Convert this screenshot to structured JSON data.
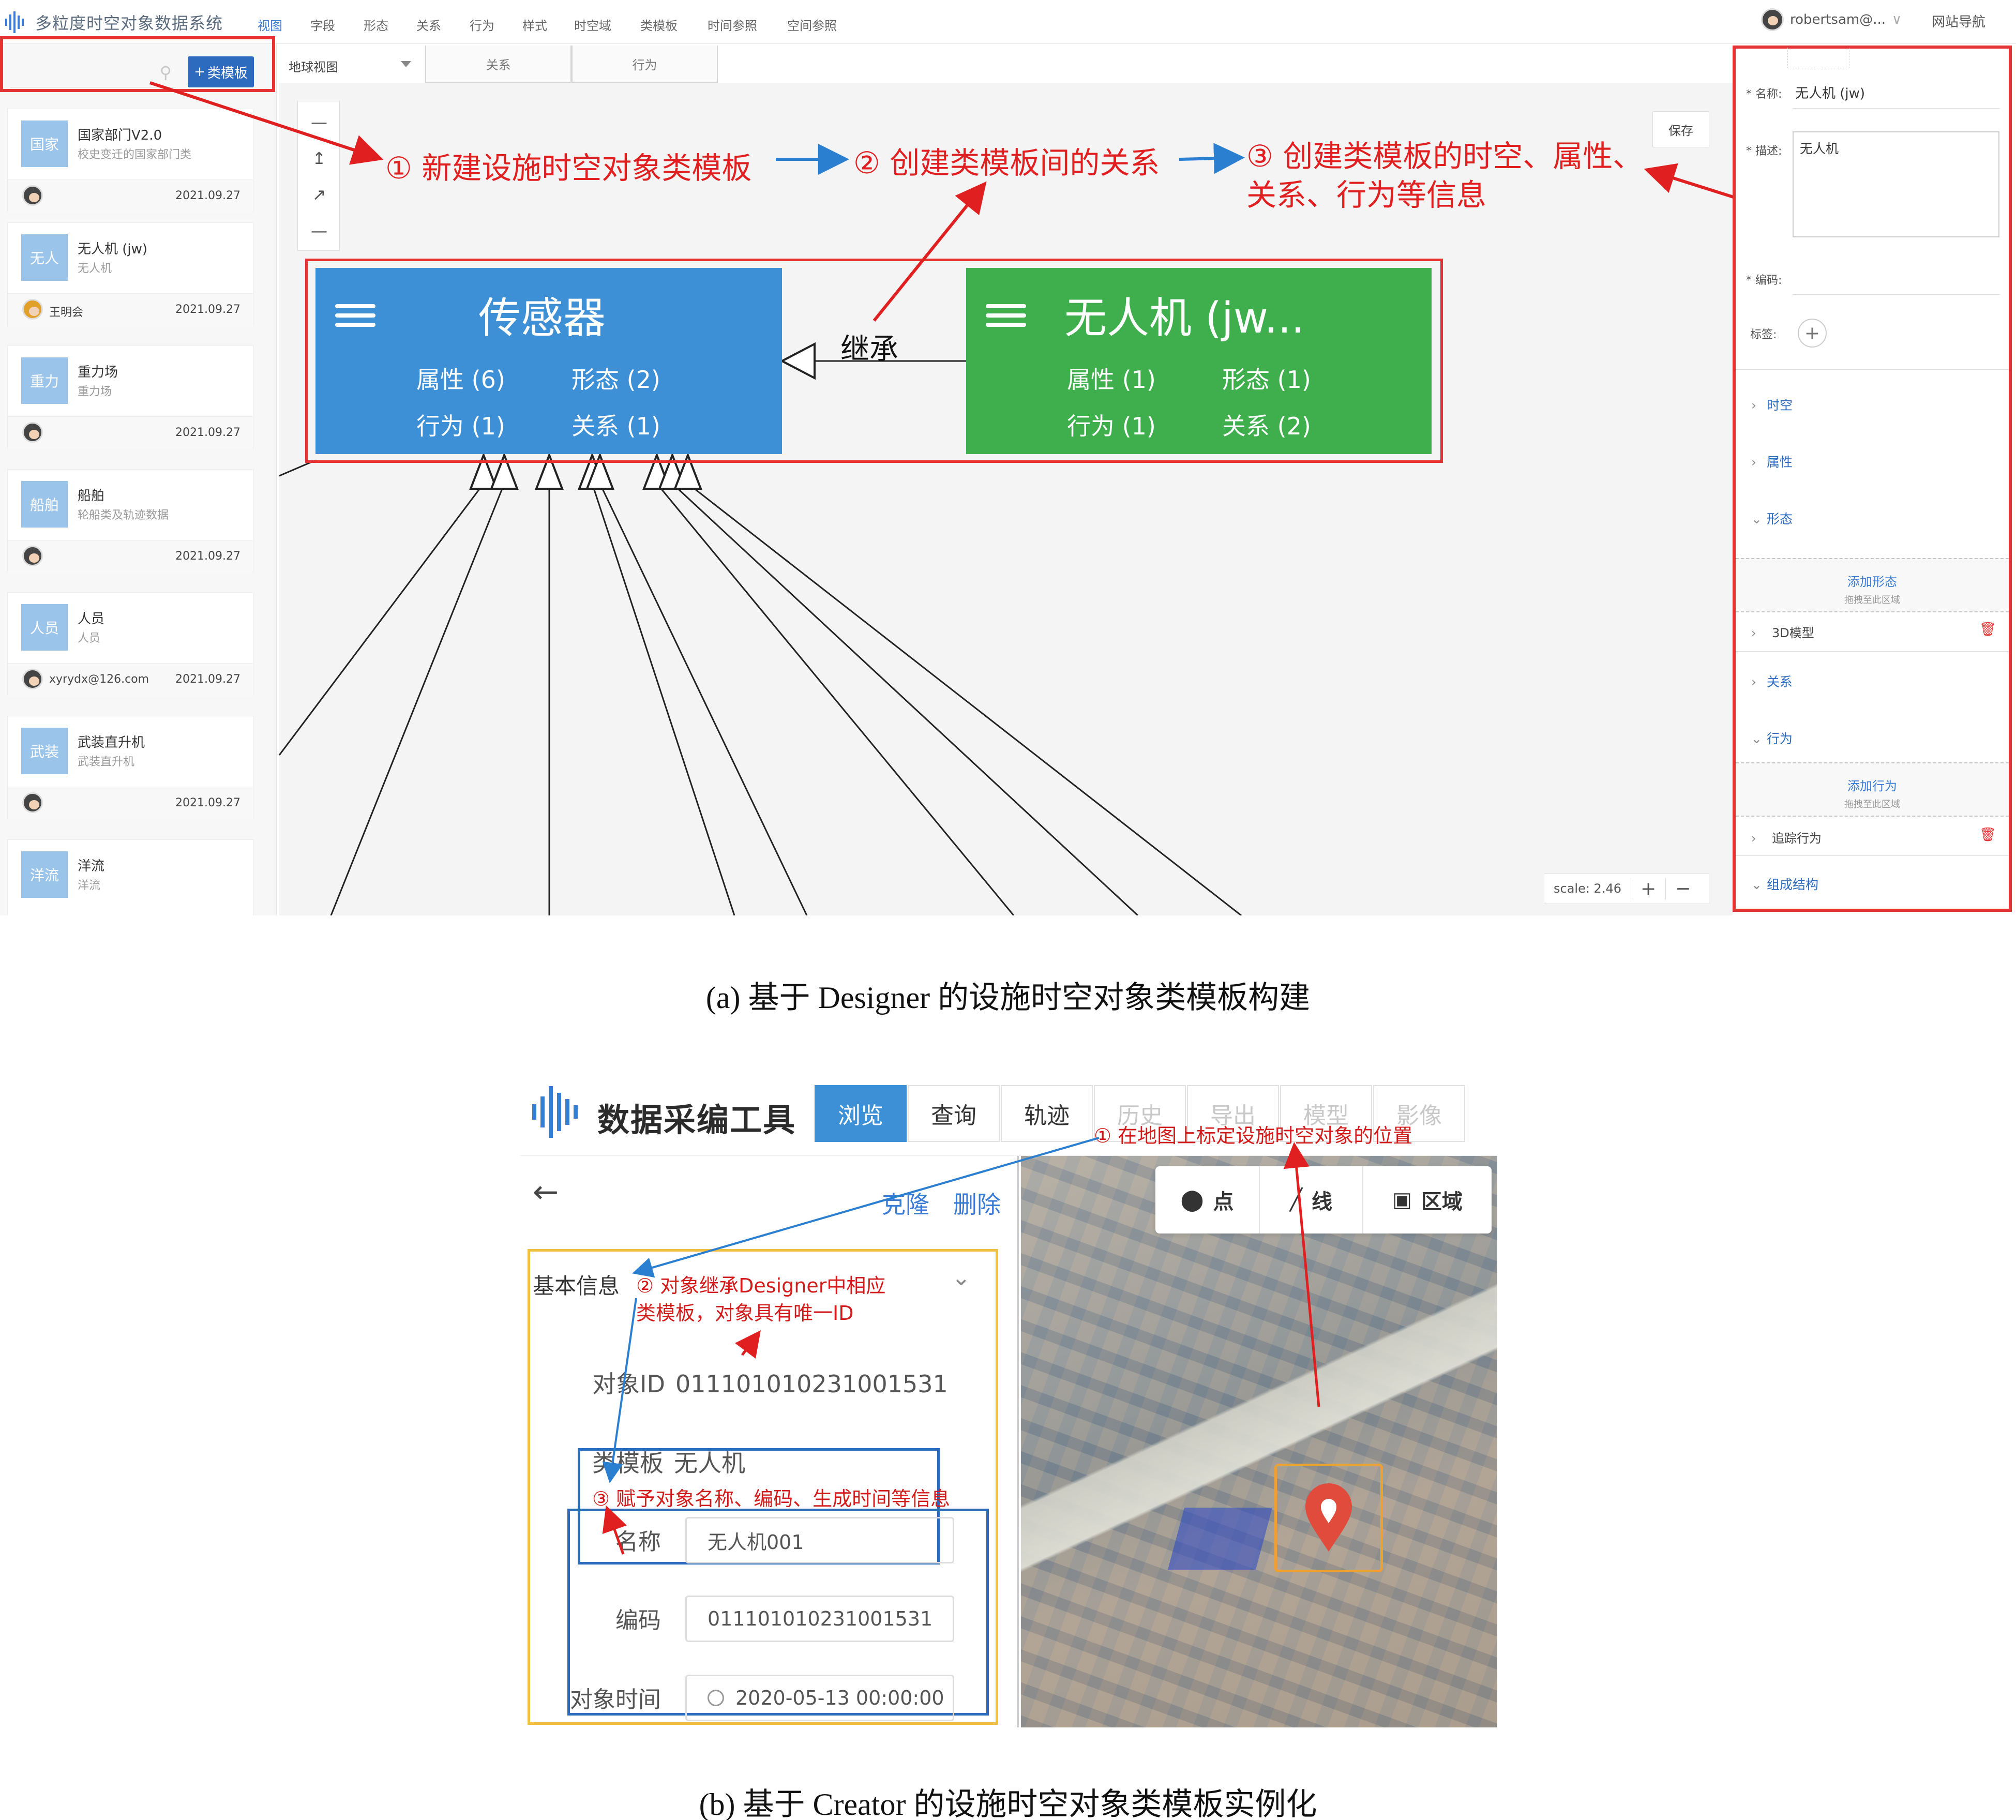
{
  "panel_a": {
    "app_title": "多粒度时空对象数据系统",
    "nav": [
      "视图",
      "字段",
      "形态",
      "关系",
      "行为",
      "样式",
      "时空域",
      "类模板",
      "时间参照",
      "空间参照"
    ],
    "user": {
      "name": "robertsam@...",
      "chevron": "∨"
    },
    "site_nav": "网站导航",
    "sidebar": {
      "search_placeholder": "",
      "add_template_label": "类模板",
      "cards": [
        {
          "thumb": "国家",
          "title": "国家部门V2.0",
          "subtitle": "校史变迁的国家部门类",
          "owner": "",
          "date": "2021.09.27"
        },
        {
          "thumb": "无人",
          "title": "无人机 (jw)",
          "subtitle": "无人机",
          "owner": "王明会",
          "date": "2021.09.27"
        },
        {
          "thumb": "重力",
          "title": "重力场",
          "subtitle": "重力场",
          "owner": "",
          "date": "2021.09.27"
        },
        {
          "thumb": "船舶",
          "title": "船舶",
          "subtitle": "轮船类及轨迹数据",
          "owner": "",
          "date": "2021.09.27"
        },
        {
          "thumb": "人员",
          "title": "人员",
          "subtitle": "人员",
          "owner": "xyrydx@126.com",
          "date": "2021.09.27"
        },
        {
          "thumb": "武装",
          "title": "武装直升机",
          "subtitle": "武装直升机",
          "owner": "",
          "date": "2021.09.27"
        },
        {
          "thumb": "洋流",
          "title": "洋流",
          "subtitle": "洋流",
          "owner": "",
          "date": ""
        }
      ]
    },
    "view_select": "地球视图",
    "view_tabs": [
      "关系",
      "行为"
    ],
    "toolstrip": [
      "—",
      "↥",
      "↗",
      "—"
    ],
    "save_label": "保存",
    "scale": {
      "label": "scale: 2.46",
      "plus": "+",
      "minus": "−"
    },
    "node_sensor": {
      "title": "传感器",
      "attr": "属性 (6)",
      "form": "形态 (2)",
      "behavior": "行为 (1)",
      "relation": "关系 (1)"
    },
    "node_uav": {
      "title": "无人机 (jw...",
      "attr": "属性 (1)",
      "form": "形态 (1)",
      "behavior": "行为 (1)",
      "relation": "关系 (2)"
    },
    "inherit_label": "继承",
    "annotations": {
      "step1": "① 新建设施时空对象类模板",
      "step2": "② 创建类模板间的关系",
      "step3_line1": "③ 创建类模板的时空、属性、",
      "step3_line2": "关系、行为等信息"
    },
    "props": {
      "name_label": "* 名称:",
      "name_value": "无人机 (jw)",
      "desc_label": "* 描述:",
      "desc_value": "无人机",
      "code_label": "* 编码:",
      "tag_label": "标签:",
      "tag_add": "+",
      "sections": {
        "spacetime": "时空",
        "attribute": "属性",
        "form": "形态",
        "relation": "关系",
        "behavior": "行为",
        "composition": "组成结构"
      },
      "add_form": "添加形态",
      "add_behavior": "添加行为",
      "drop_hint": "拖拽至此区域",
      "form_item": "3D模型",
      "behavior_item": "追踪行为"
    },
    "colors": {
      "blue_node": "#3d8fd6",
      "green_node": "#3fae4d",
      "highlight_red": "#e53333",
      "primary_blue": "#2d6bbf"
    }
  },
  "caption_a": "(a) 基于 Designer 的设施时空对象类模板构建",
  "panel_b": {
    "app_title": "数据采编工具",
    "tabs": [
      {
        "label": "浏览",
        "state": "active"
      },
      {
        "label": "查询",
        "state": "normal"
      },
      {
        "label": "轨迹",
        "state": "normal"
      },
      {
        "label": "历史",
        "state": "faded"
      },
      {
        "label": "导出",
        "state": "faded"
      },
      {
        "label": "模型",
        "state": "faded"
      },
      {
        "label": "影像",
        "state": "faded"
      }
    ],
    "back_icon": "←",
    "clone_label": "克隆",
    "delete_label": "删除",
    "section_label": "基本信息",
    "object_id_label": "对象ID",
    "object_id_value": "011101010231001531",
    "template_label": "类模板",
    "template_value": "无人机",
    "name_label": "名称",
    "name_value": "无人机001",
    "code_label": "编码",
    "code_value": "011101010231001531",
    "time_label": "对象时间",
    "time_value": "2020-05-13 00:00:00",
    "map_tools": [
      {
        "label": "点",
        "icon": "pin-icon"
      },
      {
        "label": "线",
        "icon": "line-icon"
      },
      {
        "label": "区域",
        "icon": "polygon-icon"
      }
    ],
    "annotations": {
      "step1": "① 在地图上标定设施时空对象的位置",
      "step2_line1": "② 对象继承Designer中相应",
      "step2_line2": "类模板，对象具有唯一ID",
      "step3": "③ 赋予对象名称、编码、生成时间等信息"
    }
  },
  "caption_b": "(b) 基于 Creator 的设施时空对象类模板实例化"
}
